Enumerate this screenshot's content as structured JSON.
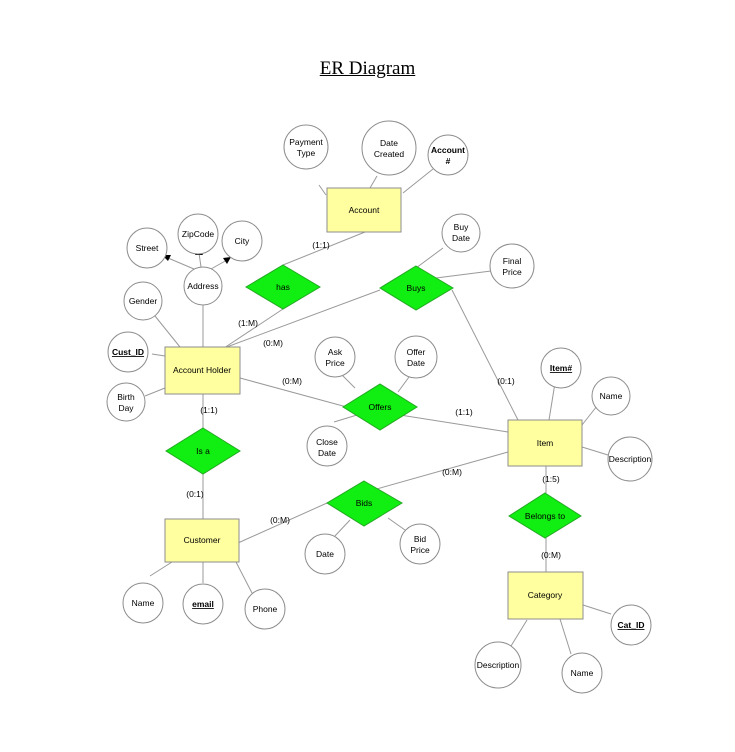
{
  "title": "ER Diagram",
  "entities": {
    "account": "Account",
    "account_holder": "Account Holder",
    "customer": "Customer",
    "item": "Item",
    "category": "Category"
  },
  "relationships": {
    "has": "has",
    "buys": "Buys",
    "offers": "Offers",
    "is_a": "Is a",
    "bids": "Bids",
    "belongs_to": "Belongs to"
  },
  "attributes": {
    "payment_type": [
      "Payment",
      "Type"
    ],
    "date_created": [
      "Date",
      "Created"
    ],
    "account_num": [
      "Account",
      "#"
    ],
    "buy_date": [
      "Buy",
      "Date"
    ],
    "final_price": [
      "Final",
      "Price"
    ],
    "street": "Street",
    "zipcode": "ZipCode",
    "city": "City",
    "address": "Address",
    "gender": "Gender",
    "cust_id": "Cust_ID",
    "birth_day": [
      "Birth",
      "Day"
    ],
    "ask_price": [
      "Ask",
      "Price"
    ],
    "offer_date": [
      "Offer",
      "Date"
    ],
    "close_date": [
      "Close",
      "Date"
    ],
    "item_num": "Item#",
    "item_name": "Name",
    "item_description": "Description",
    "bid_date": "Date",
    "bid_price": [
      "Bid",
      "Price"
    ],
    "cust_name": "Name",
    "email": "email",
    "phone": "Phone",
    "cat_id": "Cat_ID",
    "cat_description": "Description",
    "cat_name": "Name"
  },
  "cardinalities": {
    "has_account": "(1:1)",
    "has_holder": "(1:M)",
    "buys_holder": "(0:M)",
    "buys_item": "(0:1)",
    "offers_holder": "(0:M)",
    "offers_item": "(1:1)",
    "isa_holder": "(1:1)",
    "isa_customer": "(0:1)",
    "bids_customer": "(0:M)",
    "bids_item": "(0:M)",
    "belongs_item": "(1:5)",
    "belongs_category": "(0:M)"
  }
}
